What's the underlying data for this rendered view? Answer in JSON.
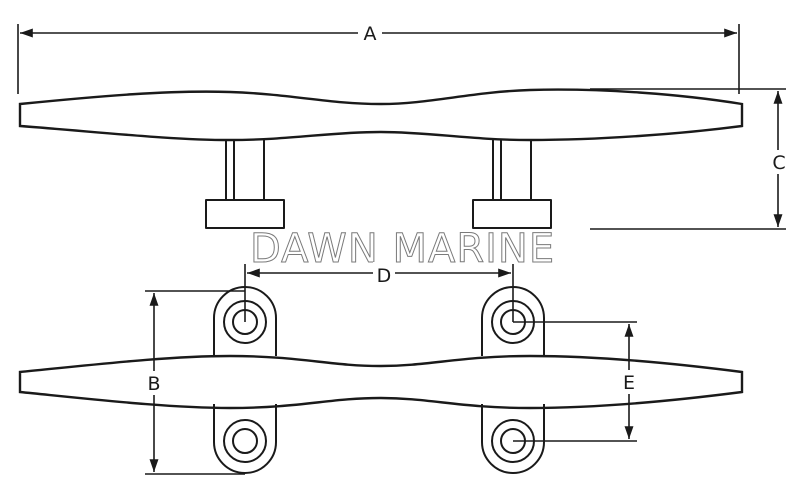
{
  "watermark": {
    "text": "DAWN MARINE"
  },
  "dimensions": {
    "a": "A",
    "b": "B",
    "c": "C",
    "d": "D",
    "e": "E"
  },
  "colors": {
    "line": "#1a1a1a",
    "background": "#ffffff",
    "watermark_outline": "#7a7a7a"
  }
}
